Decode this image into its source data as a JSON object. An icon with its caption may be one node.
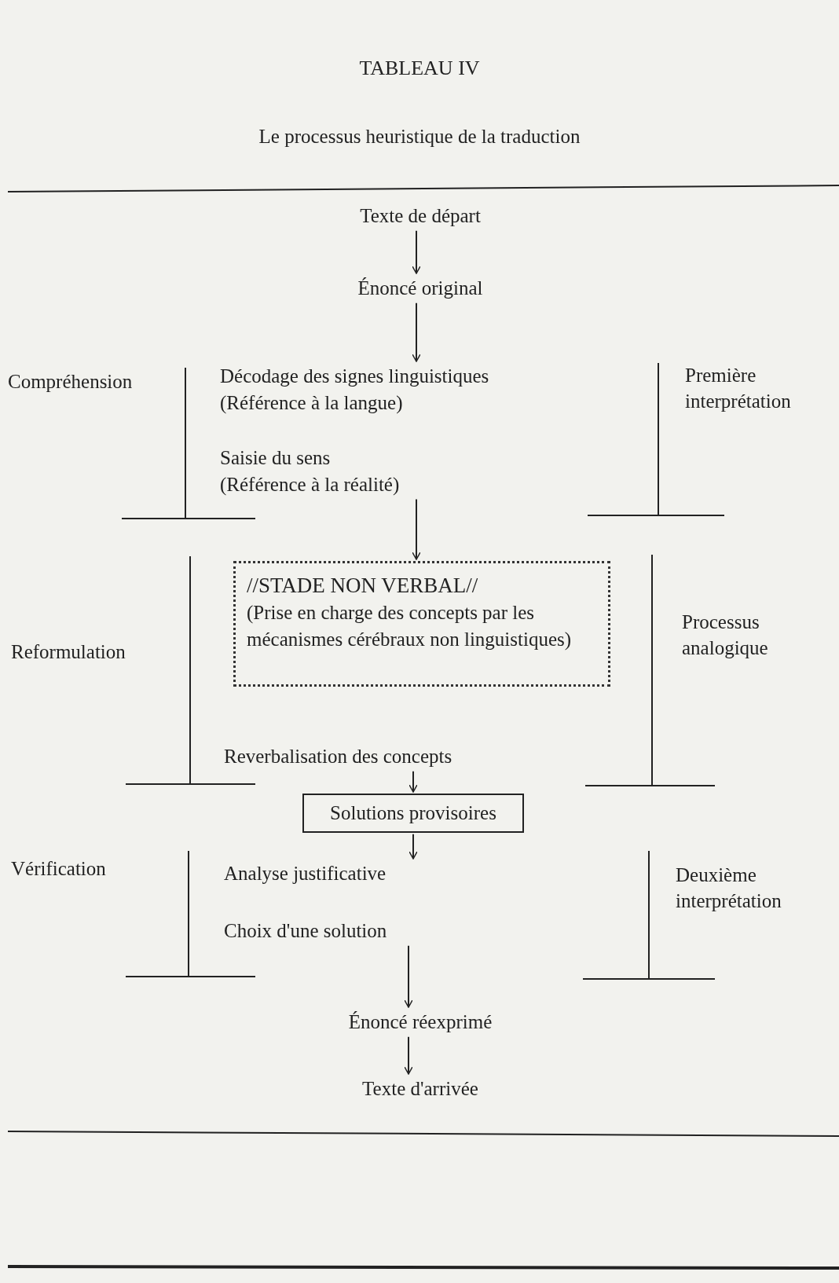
{
  "diagram": {
    "title": "TABLEAU IV",
    "nodes": [
      {
        "text": [
          "Texte de départ"
        ]
      },
      {
        "text": [
          "Énoncé original"
        ]
      },
      {
        "text": [
          "Décodage des signes linguistiques",
          "(Référence à la langue)"
        ]
      },
      {
        "text": [
          "Saisie du sens",
          "(Référence à la réalité)"
        ]
      },
      {
        "text": [
          "//STADE NON VERBAL//",
          "(Prise en charge des concepts par les mécanismes cérébraux non linguistiques)"
        ]
      },
      {
        "text": [
          "Reverbalisation des concepts"
        ]
      },
      {
        "text": [
          "Solutions provisoires"
        ]
      },
      {
        "text": [
          "Analyse justificative"
        ]
      },
      {
        "text": [
          "Choix d'une solution"
        ]
      },
      {
        "text": [
          "Énoncé réexprimé"
        ]
      },
      {
        "text": [
          "Texte d'arrivée"
        ]
      }
    ],
    "edges": [
      {
        "from": 0,
        "to": 1,
        "arrow": "to"
      },
      {
        "from": 1,
        "to": 2,
        "arrow": "to"
      },
      {
        "from": 3,
        "to": 4,
        "arrow": "to"
      },
      {
        "from": 5,
        "to": 6,
        "arrow": "to"
      },
      {
        "from": 6,
        "to": 7,
        "arrow": "to"
      },
      {
        "from": 8,
        "to": 9,
        "arrow": "to"
      },
      {
        "from": 9,
        "to": 10,
        "arrow": "to"
      }
    ],
    "labels": [
      "Le processus heuristique de la traduction",
      "Compréhension",
      "Première interprétation",
      "Reformulation",
      "Processus analogique",
      "Vérification",
      "Deuxième interprétation"
    ]
  }
}
